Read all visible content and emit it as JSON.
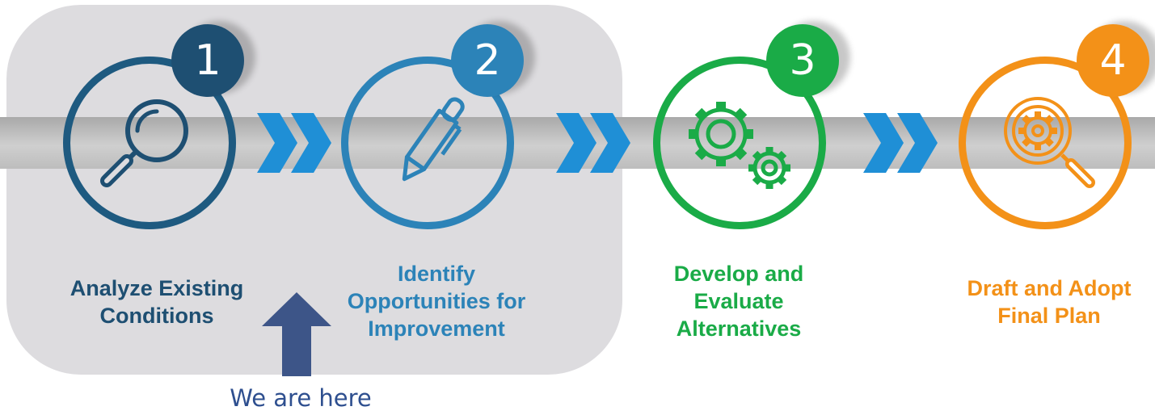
{
  "colors": {
    "step1": "#1e4f72",
    "step2": "#2c83b8",
    "step3": "#1aab47",
    "step4": "#f39118",
    "chevron": "#1f8fd6",
    "here_arrow": "#3d5588",
    "panel": "#dddcdf"
  },
  "steps": [
    {
      "number": "1",
      "icon": "magnifier-icon",
      "lines": [
        "Analyze Existing",
        "Conditions"
      ]
    },
    {
      "number": "2",
      "icon": "pen-icon",
      "lines": [
        "Identify",
        "Opportunities for",
        "Improvement"
      ]
    },
    {
      "number": "3",
      "icon": "gears-icon",
      "lines": [
        "Develop and",
        "Evaluate",
        "Alternatives"
      ]
    },
    {
      "number": "4",
      "icon": "gear-magnifier-icon",
      "lines": [
        "Draft and Adopt",
        "Final Plan"
      ]
    }
  ],
  "marker": {
    "label": "We are here",
    "icon": "up-arrow-icon"
  }
}
